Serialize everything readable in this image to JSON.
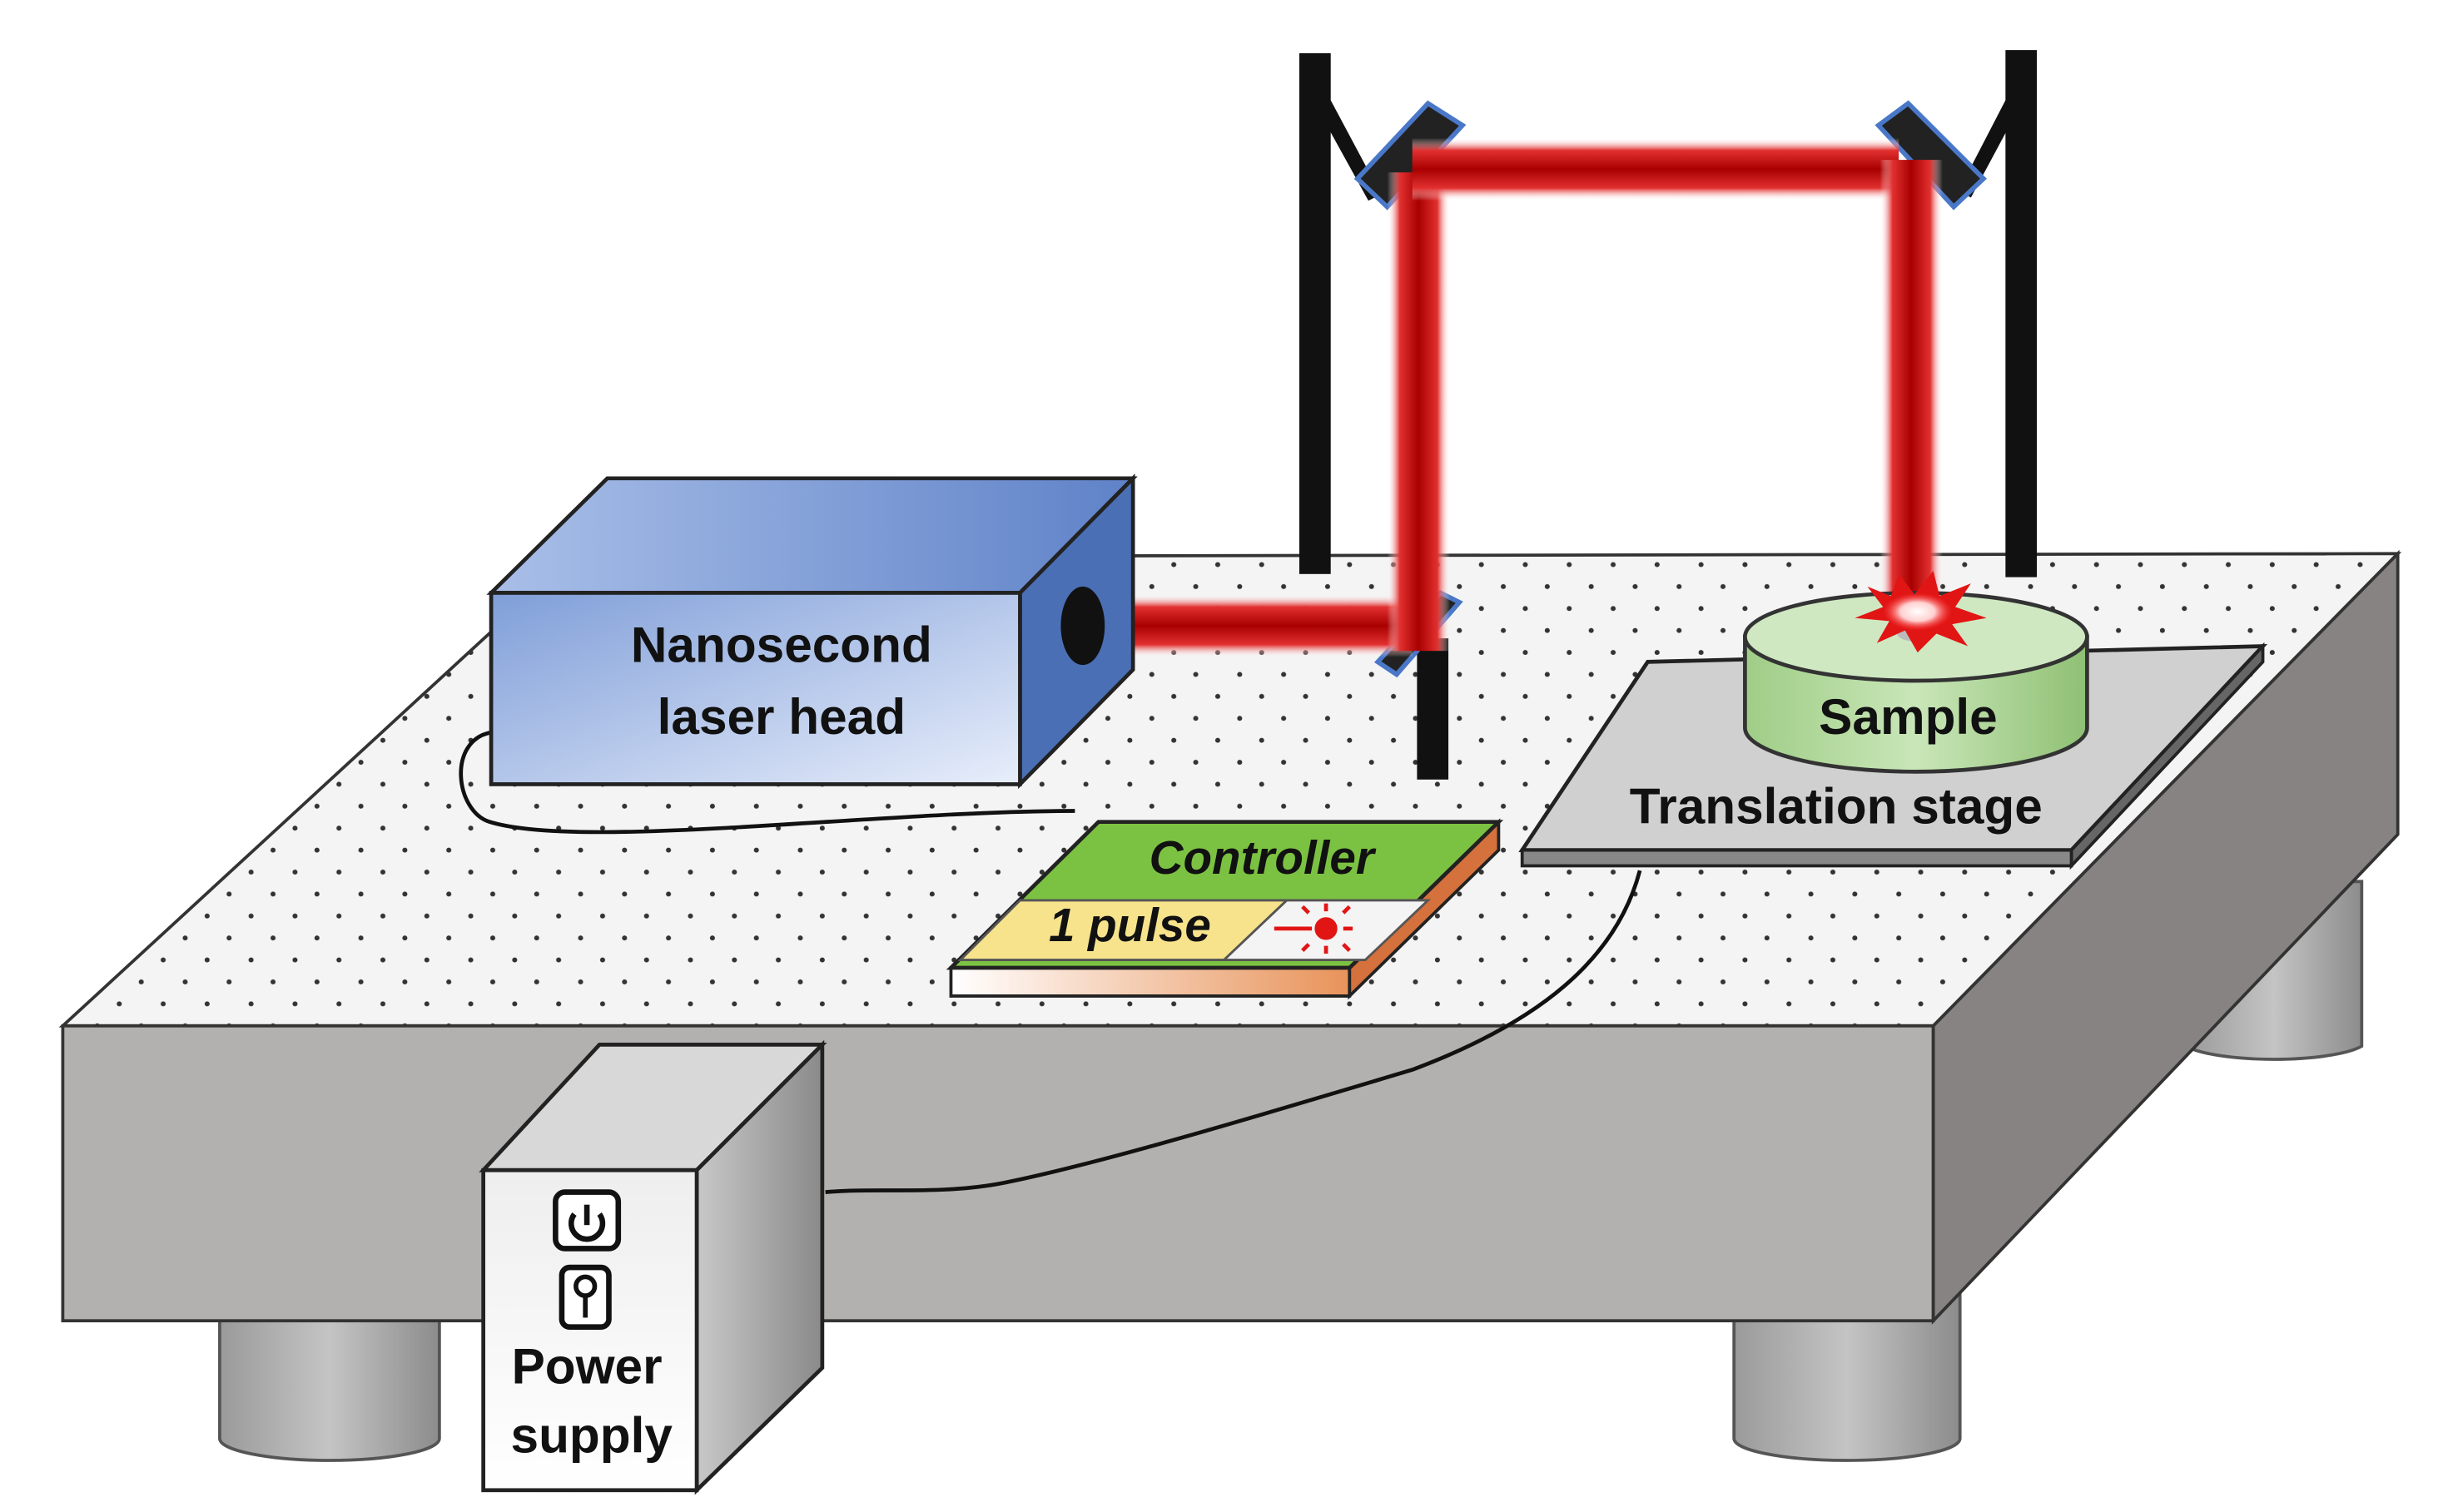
{
  "labels": {
    "laser_line1": "Nanosecond",
    "laser_line2": "laser head",
    "controller": "Controller",
    "pulse": "1 pulse",
    "sample": "Sample",
    "stage": "Translation stage",
    "power_line1": "Power",
    "power_line2": "supply"
  },
  "colors": {
    "beam": "#d10f0f",
    "table_top": "#f4f4f4",
    "table_side": "#b2b0af",
    "laser_body": "#8fa9dd",
    "controller_green": "#7cc242",
    "controller_yellow": "#f6e38c",
    "sample_green": "#b9dca6",
    "mirror_blue": "#4a78c8"
  },
  "icons": [
    "power-icon",
    "key-icon",
    "laser-emit-icon"
  ]
}
